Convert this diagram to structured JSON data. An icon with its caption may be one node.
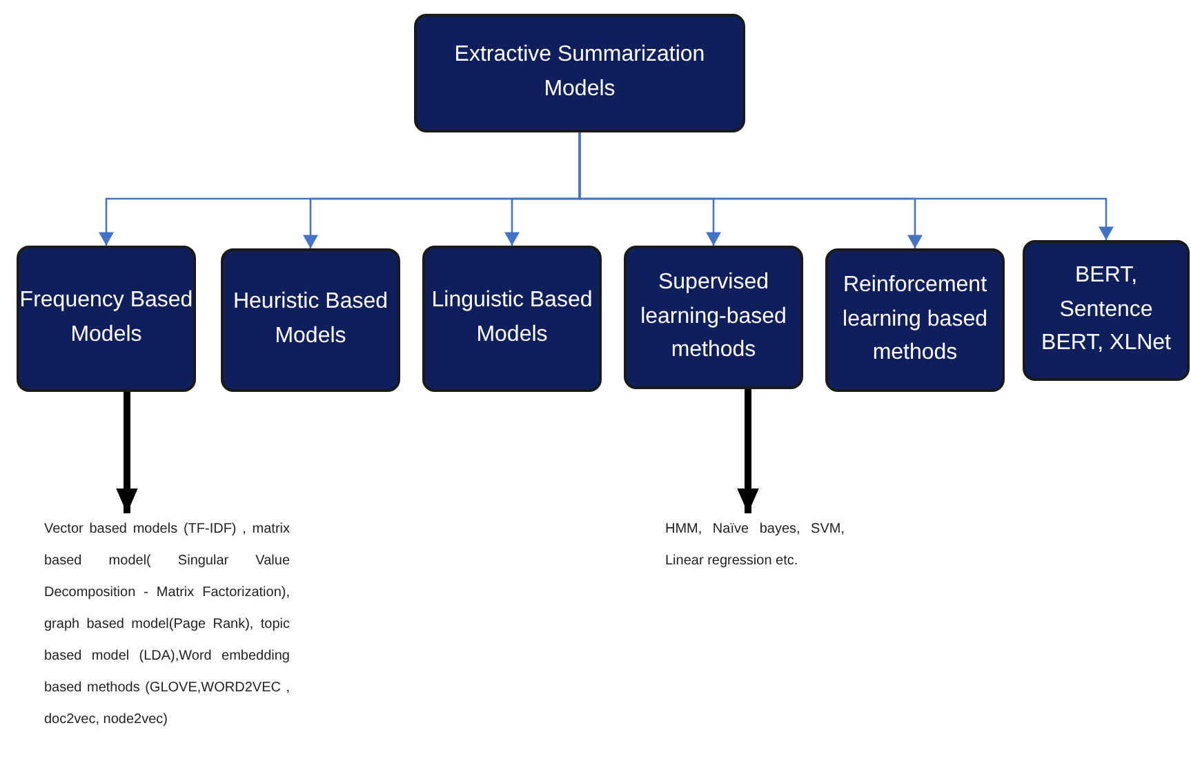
{
  "diagram": {
    "nodes": [
      {
        "text": [
          "Extractive Summarization Models"
        ]
      },
      {
        "text": [
          "Frequency Based Models"
        ]
      },
      {
        "text": [
          "Heuristic Based Models"
        ]
      },
      {
        "text": [
          "Linguistic Based Models"
        ]
      },
      {
        "text": [
          "Supervised learning-based methods"
        ]
      },
      {
        "text": [
          "Reinforcement learning based methods"
        ]
      },
      {
        "text": [
          "BERT, Sentence BERT, XLNet"
        ]
      },
      {
        "text": [
          "Vector based models (TF-IDF) , matrix based model( Singular Value Decomposition - Matrix Factorization), graph based model(Page Rank), topic based model (LDA),Word embedding based methods (GLOVE,WORD2VEC , doc2vec, node2vec)"
        ]
      },
      {
        "text": [
          "HMM, Naïve bayes, SVM, Linear regression etc."
        ]
      }
    ],
    "edges": [
      {
        "from": 0,
        "to": 1,
        "arrow": "to"
      },
      {
        "from": 0,
        "to": 2,
        "arrow": "to"
      },
      {
        "from": 0,
        "to": 3,
        "arrow": "to"
      },
      {
        "from": 0,
        "to": 4,
        "arrow": "to"
      },
      {
        "from": 0,
        "to": 5,
        "arrow": "to"
      },
      {
        "from": 0,
        "to": 6,
        "arrow": "to"
      },
      {
        "from": 1,
        "to": 7,
        "arrow": "to",
        "style": "thick",
        "color": "#000000"
      },
      {
        "from": 4,
        "to": 8,
        "arrow": "to",
        "style": "thick",
        "color": "#000000"
      }
    ]
  }
}
